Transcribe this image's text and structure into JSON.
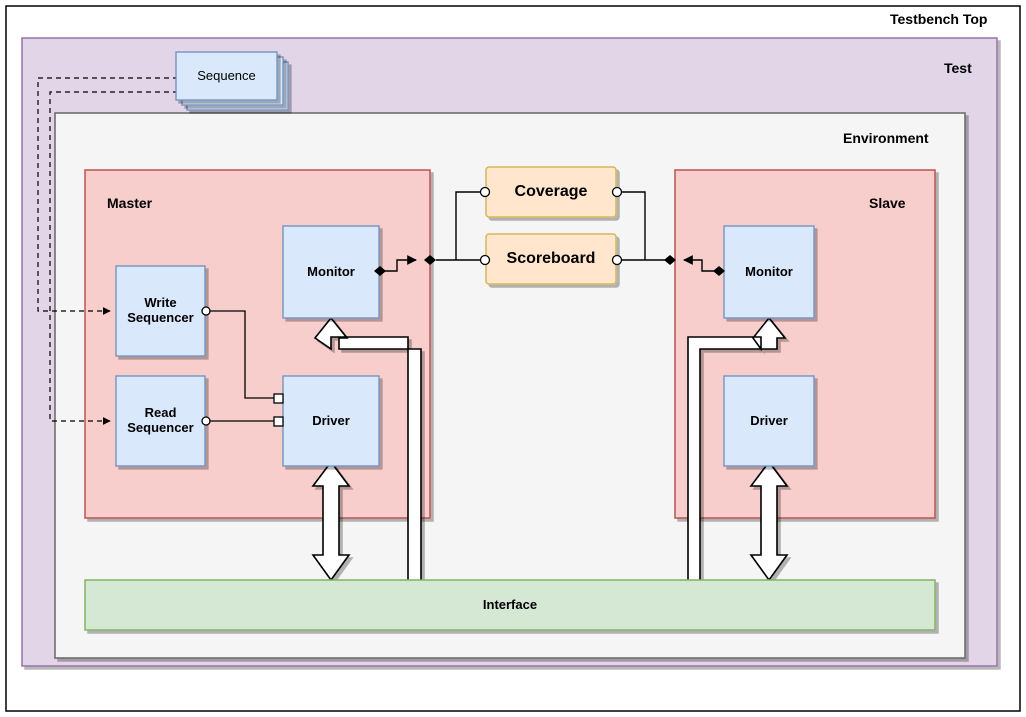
{
  "diagram": {
    "title": "Testbench Top",
    "type": "uvm-testbench-architecture",
    "containers": [
      {
        "id": "testbench_top",
        "label": "Testbench Top",
        "fill": "#ffffff",
        "stroke": "#000000"
      },
      {
        "id": "test",
        "label": "Test",
        "fill": "#e1d5e7",
        "stroke": "#9673a6"
      },
      {
        "id": "environment",
        "label": "Environment",
        "fill": "#f5f5f5",
        "stroke": "#666666"
      },
      {
        "id": "master",
        "label": "Master",
        "fill": "#f8cecc",
        "stroke": "#b85450"
      },
      {
        "id": "slave",
        "label": "Slave",
        "fill": "#f8cecc",
        "stroke": "#b85450"
      }
    ],
    "components": [
      {
        "id": "sequence",
        "label": "Sequence",
        "fill": "#dae8fc",
        "stroke": "#6c8ebf",
        "stacked": true
      },
      {
        "id": "write_sequencer",
        "label": "Write\nSequencer",
        "fill": "#dae8fc",
        "stroke": "#6c8ebf"
      },
      {
        "id": "read_sequencer",
        "label": "Read\nSequencer",
        "fill": "#dae8fc",
        "stroke": "#6c8ebf"
      },
      {
        "id": "master_driver",
        "label": "Driver",
        "fill": "#dae8fc",
        "stroke": "#6c8ebf"
      },
      {
        "id": "master_monitor",
        "label": "Monitor",
        "fill": "#dae8fc",
        "stroke": "#6c8ebf"
      },
      {
        "id": "coverage",
        "label": "Coverage",
        "fill": "#ffe6cc",
        "stroke": "#d6b656"
      },
      {
        "id": "scoreboard",
        "label": "Scoreboard",
        "fill": "#ffe6cc",
        "stroke": "#d6b656"
      },
      {
        "id": "slave_monitor",
        "label": "Monitor",
        "fill": "#dae8fc",
        "stroke": "#6c8ebf"
      },
      {
        "id": "slave_driver",
        "label": "Driver",
        "fill": "#dae8fc",
        "stroke": "#6c8ebf"
      },
      {
        "id": "interface",
        "label": "Interface",
        "fill": "#d5e8d4",
        "stroke": "#82b366"
      }
    ],
    "labels": {
      "testbench_top": "Testbench Top",
      "test": "Test",
      "environment": "Environment",
      "master": "Master",
      "slave": "Slave",
      "sequence": "Sequence",
      "write_sequencer_line1": "Write",
      "write_sequencer_line2": "Sequencer",
      "read_sequencer_line1": "Read",
      "read_sequencer_line2": "Sequencer",
      "master_driver": "Driver",
      "master_monitor": "Monitor",
      "coverage": "Coverage",
      "scoreboard": "Scoreboard",
      "slave_monitor": "Monitor",
      "slave_driver": "Driver",
      "interface": "Interface"
    },
    "connections": [
      {
        "from": "sequence",
        "to": "write_sequencer",
        "style": "dashed-arrow"
      },
      {
        "from": "sequence",
        "to": "read_sequencer",
        "style": "dashed-arrow"
      },
      {
        "from": "write_sequencer",
        "to": "master_driver",
        "style": "socket-port"
      },
      {
        "from": "read_sequencer",
        "to": "master_driver",
        "style": "socket-port"
      },
      {
        "from": "master_monitor",
        "to": "scoreboard",
        "style": "diamond-arrow"
      },
      {
        "from": "master_monitor",
        "to": "coverage",
        "style": "diamond-arrow"
      },
      {
        "from": "slave_monitor",
        "to": "scoreboard",
        "style": "diamond-arrow"
      },
      {
        "from": "slave_monitor",
        "to": "coverage",
        "style": "diamond-arrow"
      },
      {
        "from": "master_driver",
        "to": "interface",
        "style": "block-arrow-bidirectional"
      },
      {
        "from": "interface",
        "to": "master_monitor",
        "style": "block-arrow-up"
      },
      {
        "from": "slave_driver",
        "to": "interface",
        "style": "block-arrow-bidirectional"
      },
      {
        "from": "interface",
        "to": "slave_monitor",
        "style": "block-arrow-up"
      }
    ],
    "colors": {
      "blue_fill": "#dae8fc",
      "blue_stroke": "#6c8ebf",
      "pink_fill": "#f8cecc",
      "pink_stroke": "#b85450",
      "yellow_fill": "#ffe6cc",
      "yellow_stroke": "#d6b656",
      "green_fill": "#d5e8d4",
      "green_stroke": "#82b366",
      "purple_fill": "#e1d5e7",
      "purple_stroke": "#9673a6",
      "gray_fill": "#f5f5f5",
      "gray_stroke": "#666666",
      "line": "#000000"
    }
  }
}
